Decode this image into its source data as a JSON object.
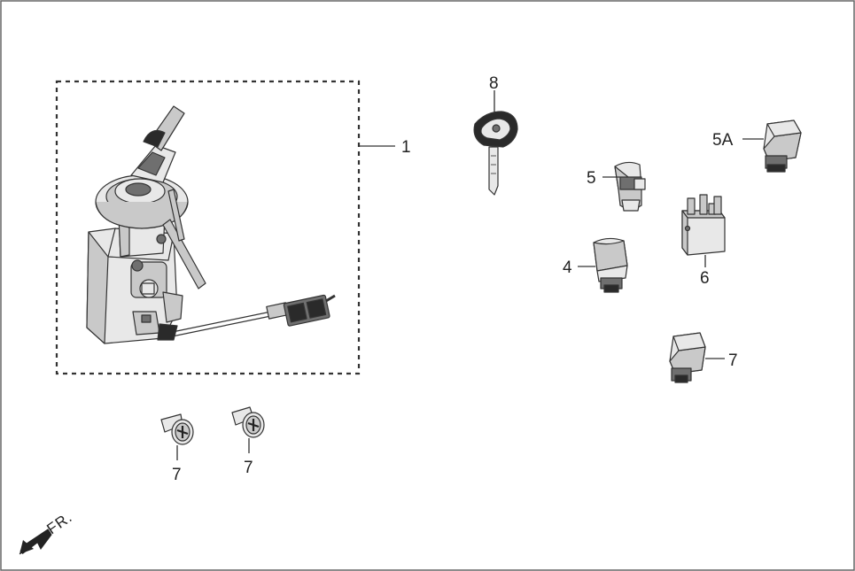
{
  "diagram": {
    "callouts": {
      "c1": "1",
      "c4": "4",
      "c5": "5",
      "c5a": "5A",
      "c6": "6",
      "c7_relay": "7",
      "c7_screw_a": "7",
      "c7_screw_b": "7",
      "c8": "8"
    },
    "front_label": "FR."
  },
  "icons": {
    "front_arrow": "arrow-down-left-icon"
  }
}
